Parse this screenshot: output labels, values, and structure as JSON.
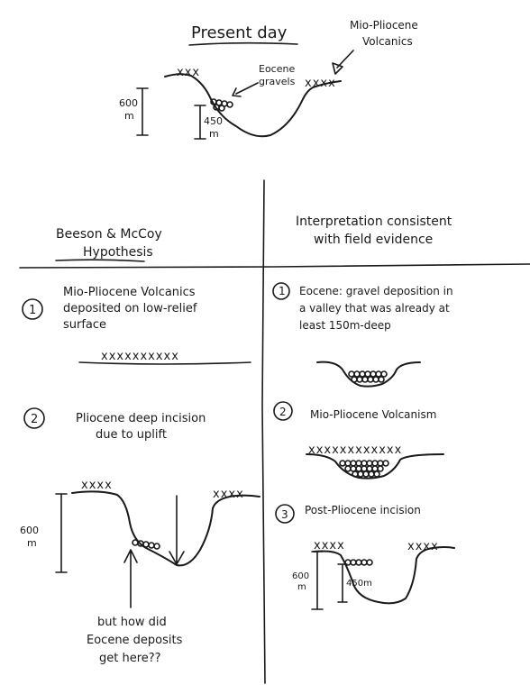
{
  "top": {
    "title": "Present day",
    "label_volcanics_line1": "Mio-Pliocene",
    "label_volcanics_line2": "Volcanics",
    "label_gravels_line1": "Eocene",
    "label_gravels_line2": "gravels",
    "scale_600": "600",
    "scale_600_unit": "m",
    "scale_450": "450",
    "scale_450_unit": "m",
    "xmarks_left": "xxx",
    "xmarks_right": "xxxx"
  },
  "left": {
    "header_line1": "Beeson & McCoy",
    "header_line2": "Hypothesis",
    "step1_num": "1",
    "step1_line1": "Mio-Pliocene Volcanics",
    "step1_line2": "deposited on low-relief",
    "step1_line3": "surface",
    "step1_xmarks": "xxxxxxxxxx",
    "step2_num": "2",
    "step2_line1": "Pliocene deep incision",
    "step2_line2": "due to uplift",
    "step2_xmarks_left": "xxxx",
    "step2_xmarks_right": "xxxx",
    "scale_600": "600",
    "scale_600_unit": "m",
    "question_line1": "but how did",
    "question_line2": "Eocene deposits",
    "question_line3": "get here??"
  },
  "right": {
    "header_line1": "Interpretation consistent",
    "header_line2": "with field evidence",
    "step1_num": "1",
    "step1_line1": "Eocene: gravel deposition in",
    "step1_line2": "a valley that was already at",
    "step1_line3": "least 150m-deep",
    "step2_num": "2",
    "step2_line1": "Mio-Pliocene Volcanism",
    "step2_xmarks": "xxxxxxxxxxxx",
    "step3_num": "3",
    "step3_line1": "Post-Pliocene incision",
    "step3_xmarks_left": "xxxx",
    "step3_xmarks_right": "xxxx",
    "scale_600": "600",
    "scale_600_unit": "m",
    "scale_450": "450m"
  }
}
